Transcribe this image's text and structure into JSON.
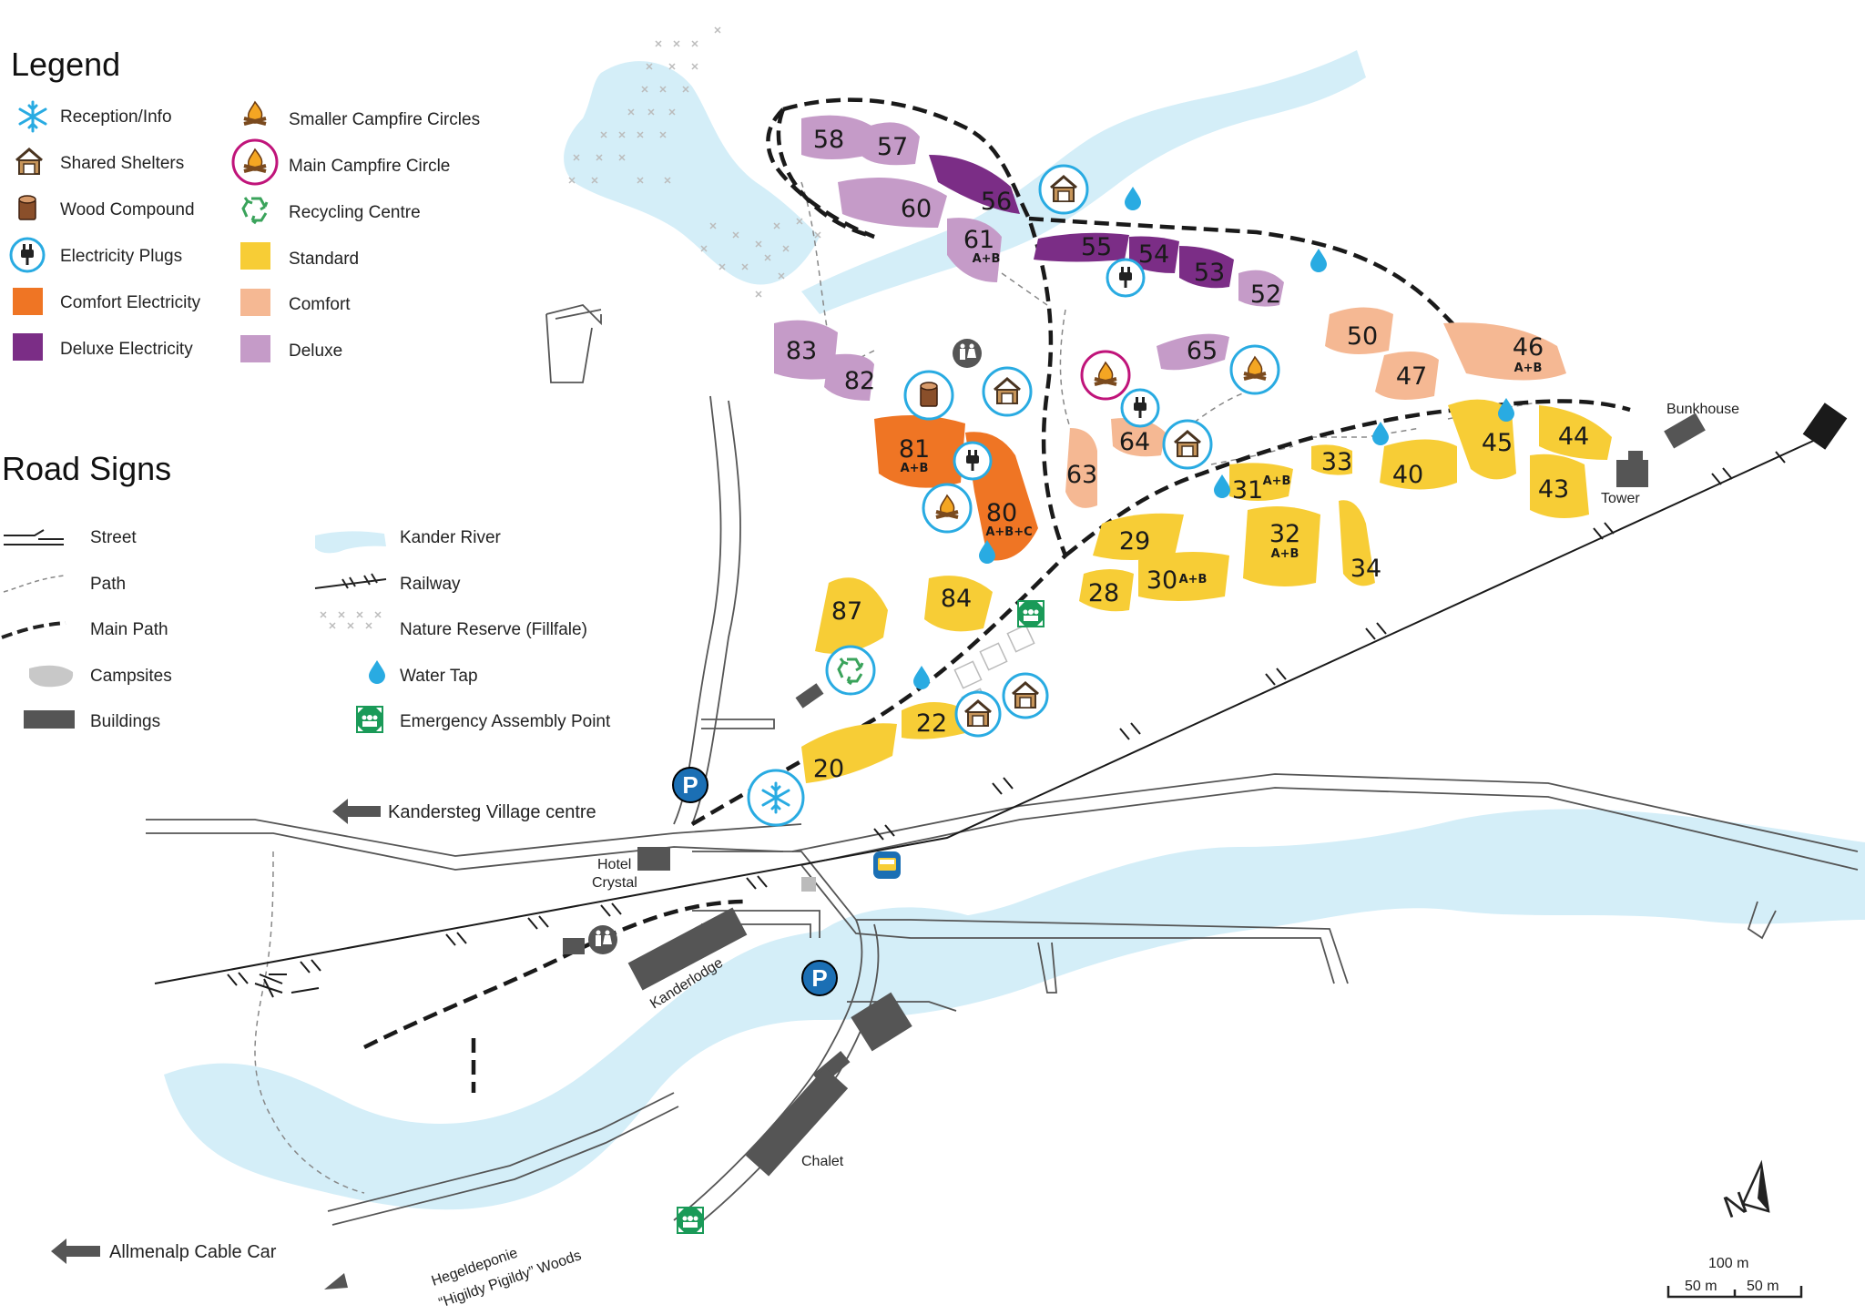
{
  "legend": {
    "title": "Legend",
    "items_left": [
      {
        "icon": "snowflake-icon",
        "label": "Reception/Info"
      },
      {
        "icon": "shelter-icon",
        "label": "Shared Shelters"
      },
      {
        "icon": "log-icon",
        "label": "Wood Compound"
      },
      {
        "icon": "plug-icon",
        "label": "Electricity Plugs"
      },
      {
        "icon": "swatch",
        "color": "#ef7524",
        "label": "Comfort Electricity"
      },
      {
        "icon": "swatch",
        "color": "#7b2d86",
        "label": "Deluxe Electricity"
      }
    ],
    "items_right": [
      {
        "icon": "small-campfire-icon",
        "label": "Smaller Campfire Circles"
      },
      {
        "icon": "main-campfire-icon",
        "label": "Main Campfire Circle"
      },
      {
        "icon": "recycle-icon",
        "label": "Recycling Centre"
      },
      {
        "icon": "swatch",
        "color": "#f7cd36",
        "label": "Standard"
      },
      {
        "icon": "swatch",
        "color": "#f5b893",
        "label": "Comfort"
      },
      {
        "icon": "swatch",
        "color": "#c59bc8",
        "label": "Deluxe"
      }
    ]
  },
  "road_signs": {
    "title": "Road Signs",
    "items_left": [
      {
        "icon": "street-line-icon",
        "label": "Street"
      },
      {
        "icon": "path-line-icon",
        "label": "Path"
      },
      {
        "icon": "main-path-line-icon",
        "label": "Main Path"
      },
      {
        "icon": "campsite-blob-icon",
        "label": "Campsites"
      },
      {
        "icon": "building-icon",
        "label": "Buildings"
      }
    ],
    "items_right": [
      {
        "icon": "river-icon",
        "label": "Kander River"
      },
      {
        "icon": "railway-icon",
        "label": "Railway"
      },
      {
        "icon": "nature-reserve-icon",
        "label": "Nature Reserve (Fillfale)"
      },
      {
        "icon": "water-tap-icon",
        "label": "Water Tap"
      },
      {
        "icon": "assembly-point-icon",
        "label": "Emergency Assembly Point"
      }
    ]
  },
  "colors": {
    "standard": "#f7cd36",
    "comfort": "#f5b893",
    "deluxe": "#c59bc8",
    "comfort_electric": "#ef7524",
    "deluxe_electric": "#7b2d86",
    "river": "#d4eef8",
    "icon_blue": "#29abe2",
    "assembly_green": "#1a9a58",
    "building": "#555555"
  },
  "sites": {
    "s58": "58",
    "s57": "57",
    "s60": "60",
    "s56": "56",
    "s61": "61",
    "s61_sub": "A+B",
    "s55": "55",
    "s54": "54",
    "s53": "53",
    "s52": "52",
    "s83": "83",
    "s82": "82",
    "s81": "81",
    "s81_sub": "A+B",
    "s80": "80",
    "s80_sub": "A+B+C",
    "s65": "65",
    "s50": "50",
    "s47": "47",
    "s46": "46",
    "s46_sub": "A+B",
    "s64": "64",
    "s63": "63",
    "s45": "45",
    "s44": "44",
    "s43": "43",
    "s40": "40",
    "s33": "33",
    "s31": "31",
    "s31_sub": "A+B",
    "s32": "32",
    "s32_sub": "A+B",
    "s34": "34",
    "s29": "29",
    "s28": "28",
    "s30": "30",
    "s30_sub": "A+B",
    "s87": "87",
    "s84": "84",
    "s22": "22",
    "s20": "20"
  },
  "places": {
    "bunkhouse": "Bunkhouse",
    "tower": "Tower",
    "hotel_line1": "Hotel",
    "hotel_line2": "Crystal",
    "kanderlodge": "Kanderlodge",
    "chalet": "Chalet",
    "woods_line1": "Hegeldeponie",
    "woods_line2": "“Higildy Pigildy”  Woods",
    "village": "Kandersteg Village centre",
    "cable_car": "Allmenalp Cable Car",
    "parking": "P"
  },
  "scale": {
    "north": "N",
    "total": "100 m",
    "half_left": "50 m",
    "half_right": "50 m"
  }
}
